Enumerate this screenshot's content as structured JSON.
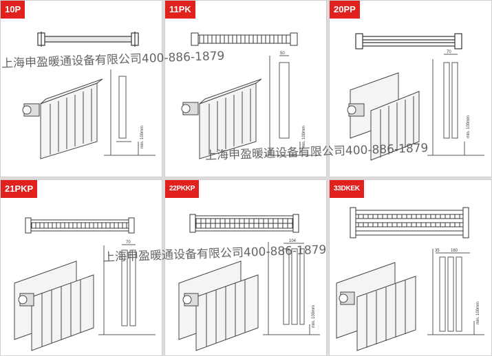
{
  "panels": [
    {
      "code": "10P",
      "dim": "",
      "clearance": "min. 100mm"
    },
    {
      "code": "11PK",
      "dim": "50",
      "clearance": "min. 100mm"
    },
    {
      "code": "20PP",
      "dim": "70",
      "clearance": "min. 100mm"
    },
    {
      "code": "21PKP",
      "dim": "70",
      "clearance": ""
    },
    {
      "code": "22PKKP",
      "dim": "104",
      "clearance": "min. 100mm"
    },
    {
      "code": "33DKEK",
      "dim": "160",
      "dim2": "35",
      "clearance": "min. 100mm"
    }
  ],
  "watermark": "上海申盈暖通设备有限公司400-886-1879",
  "colors": {
    "badge": "#e0211d",
    "line": "#333333"
  }
}
